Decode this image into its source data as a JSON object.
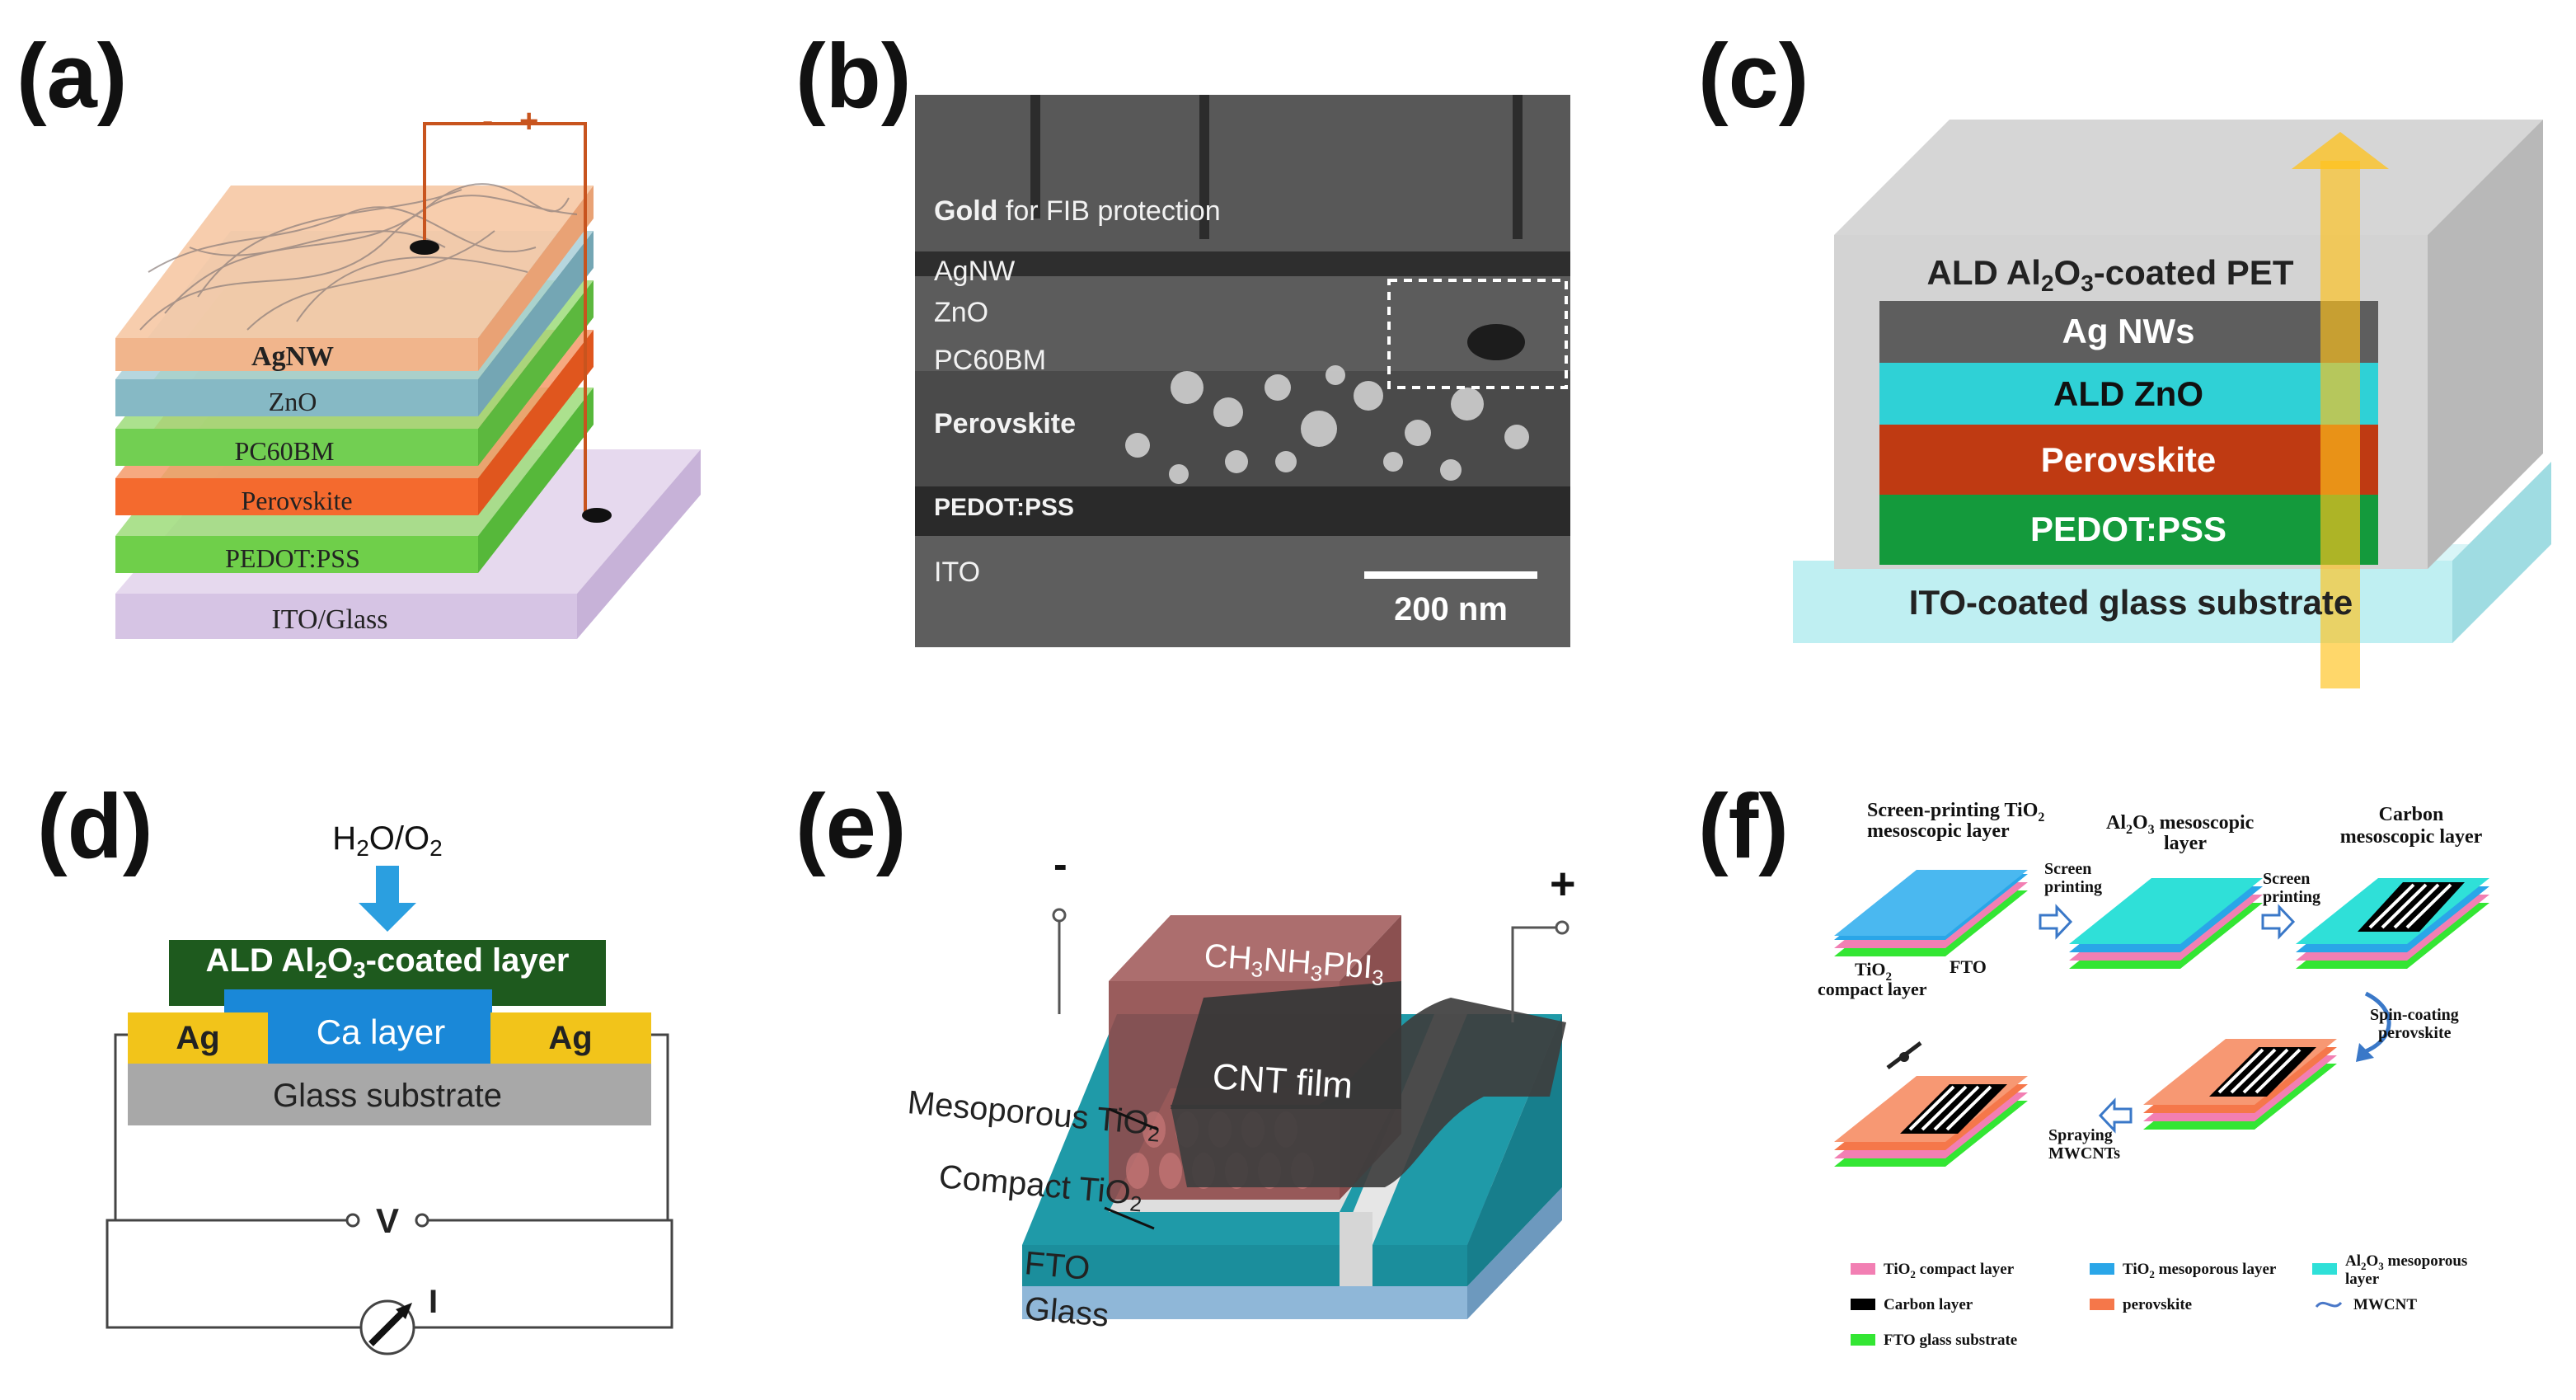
{
  "panel_labels": {
    "a": "(a)",
    "b": "(b)",
    "c": "(c)",
    "d": "(d)",
    "e": "(e)",
    "f": "(f)"
  },
  "a": {
    "layers": [
      "AgNW",
      "ZnO",
      "PC60BM",
      "Perovskite",
      "PEDOT:PSS",
      "ITO/Glass"
    ],
    "minus": "-",
    "plus": "+"
  },
  "b": {
    "gold_bold": "Gold",
    "gold_rest": " for FIB protection",
    "layers": [
      "AgNW",
      "ZnO",
      "PC60BM",
      "Perovskite",
      "PEDOT:PSS",
      "ITO"
    ],
    "scale_bar": "200 nm"
  },
  "c": {
    "top_label": "ALD Al2O3-coated PET",
    "layers": [
      "Ag NWs",
      "ALD ZnO",
      "Perovskite",
      "PEDOT:PSS"
    ],
    "substrate": "ITO-coated glass substrate",
    "colors": {
      "agnw": "#5e5e5e",
      "zno": "#2fd1d6",
      "perovskite": "#bf3a12",
      "pedot": "#149a3c",
      "substrate": "#bfeff2",
      "arrow": "#ffc21a"
    }
  },
  "d": {
    "gas": "H2O/O2",
    "coated_layer": "ALD Al2O3-coated layer",
    "ca_layer": "Ca layer",
    "ag_left": "Ag",
    "ag_right": "Ag",
    "glass": "Glass substrate",
    "voltage": "V",
    "current": "I"
  },
  "e": {
    "minus": "-",
    "plus": "+",
    "perovskite": "CH3NH3PbI3",
    "cnt": "CNT film",
    "mesoporous": "Mesoporous TiO2",
    "compact": "Compact TiO2",
    "fto": "FTO",
    "glass": "Glass"
  },
  "f": {
    "step1": [
      "Screen-printing TiO2",
      "mesoscopic layer"
    ],
    "step2": [
      "Al2O3 mesoscopic",
      "layer"
    ],
    "step3": [
      "Carbon",
      "mesoscopic layer"
    ],
    "arrow1": [
      "Screen",
      "printing"
    ],
    "arrow2": [
      "Screen",
      "printing"
    ],
    "arrow3": [
      "Spin-coating",
      "perovskite"
    ],
    "arrow4": [
      "Spraying",
      "MWCNTs"
    ],
    "fto": "FTO",
    "compact": [
      "TiO2",
      "compact layer"
    ],
    "legend": [
      {
        "label": "TiO2 compact layer",
        "color": "#f27fb3"
      },
      {
        "label": "TiO2 mesoporous layer",
        "color": "#2aa6e8"
      },
      {
        "label": "Al2O3 mesoporous layer",
        "color": "#2fe0d8"
      },
      {
        "label": "Carbon layer",
        "color": "#000000"
      },
      {
        "label": "perovskite",
        "color": "#f5774a"
      },
      {
        "label": "MWCNT",
        "color": "#4a78c8"
      },
      {
        "label": "FTO glass substrate",
        "color": "#33e633"
      }
    ]
  }
}
